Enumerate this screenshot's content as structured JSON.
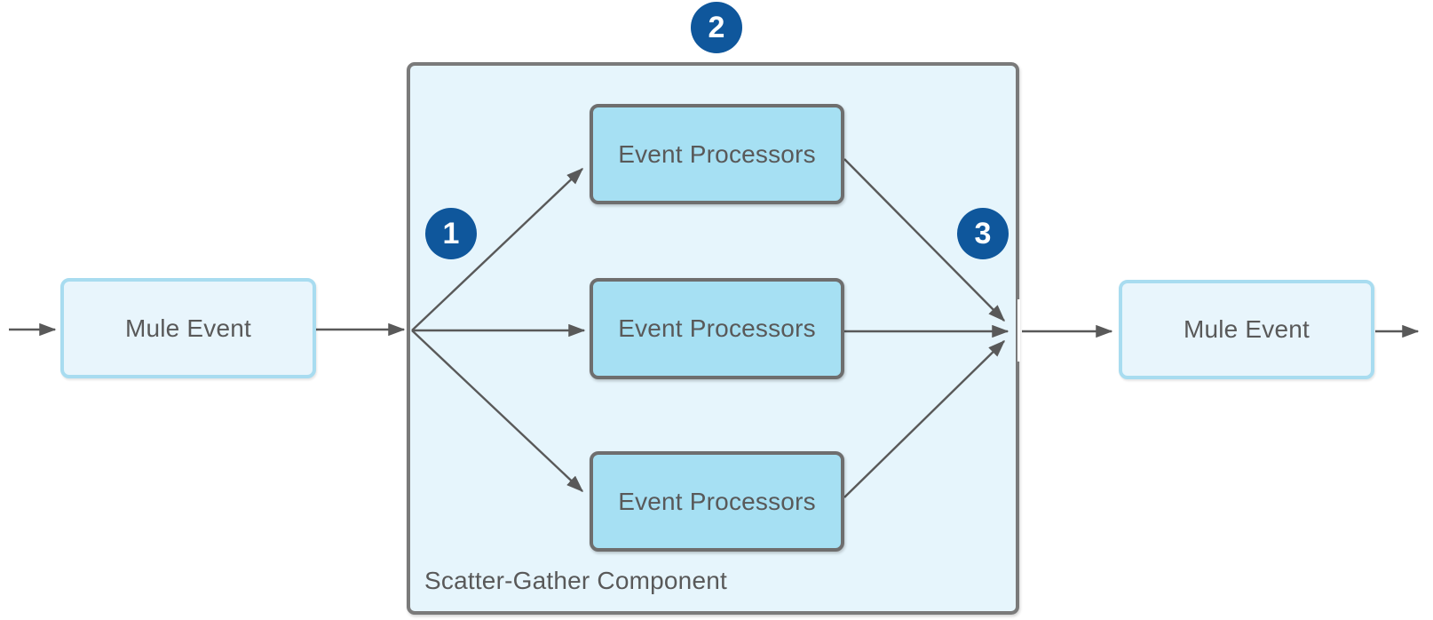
{
  "diagram": {
    "container": {
      "label": "Scatter-Gather Component"
    },
    "nodes": {
      "mule_event_left": {
        "label": "Mule Event"
      },
      "event_processors_top": {
        "label": "Event Processors"
      },
      "event_processors_middle": {
        "label": "Event Processors"
      },
      "event_processors_bottom": {
        "label": "Event Processors"
      },
      "mule_event_right": {
        "label": "Mule Event"
      }
    },
    "step_badges": {
      "scatter": {
        "label": "1"
      },
      "component": {
        "label": "2"
      },
      "gather": {
        "label": "3"
      }
    },
    "colors": {
      "badge_blue": "#0f579c",
      "container_fill": "#e6f5fc",
      "container_border": "#7a7a7a",
      "mule_event_fill": "#e8f5fc",
      "mule_event_border": "#a8dcf0",
      "processor_fill": "#a6e0f3",
      "processor_border": "#6e6e6e",
      "arrow_gray": "#595959",
      "text_gray": "#595959",
      "background": "#ffffff"
    }
  }
}
